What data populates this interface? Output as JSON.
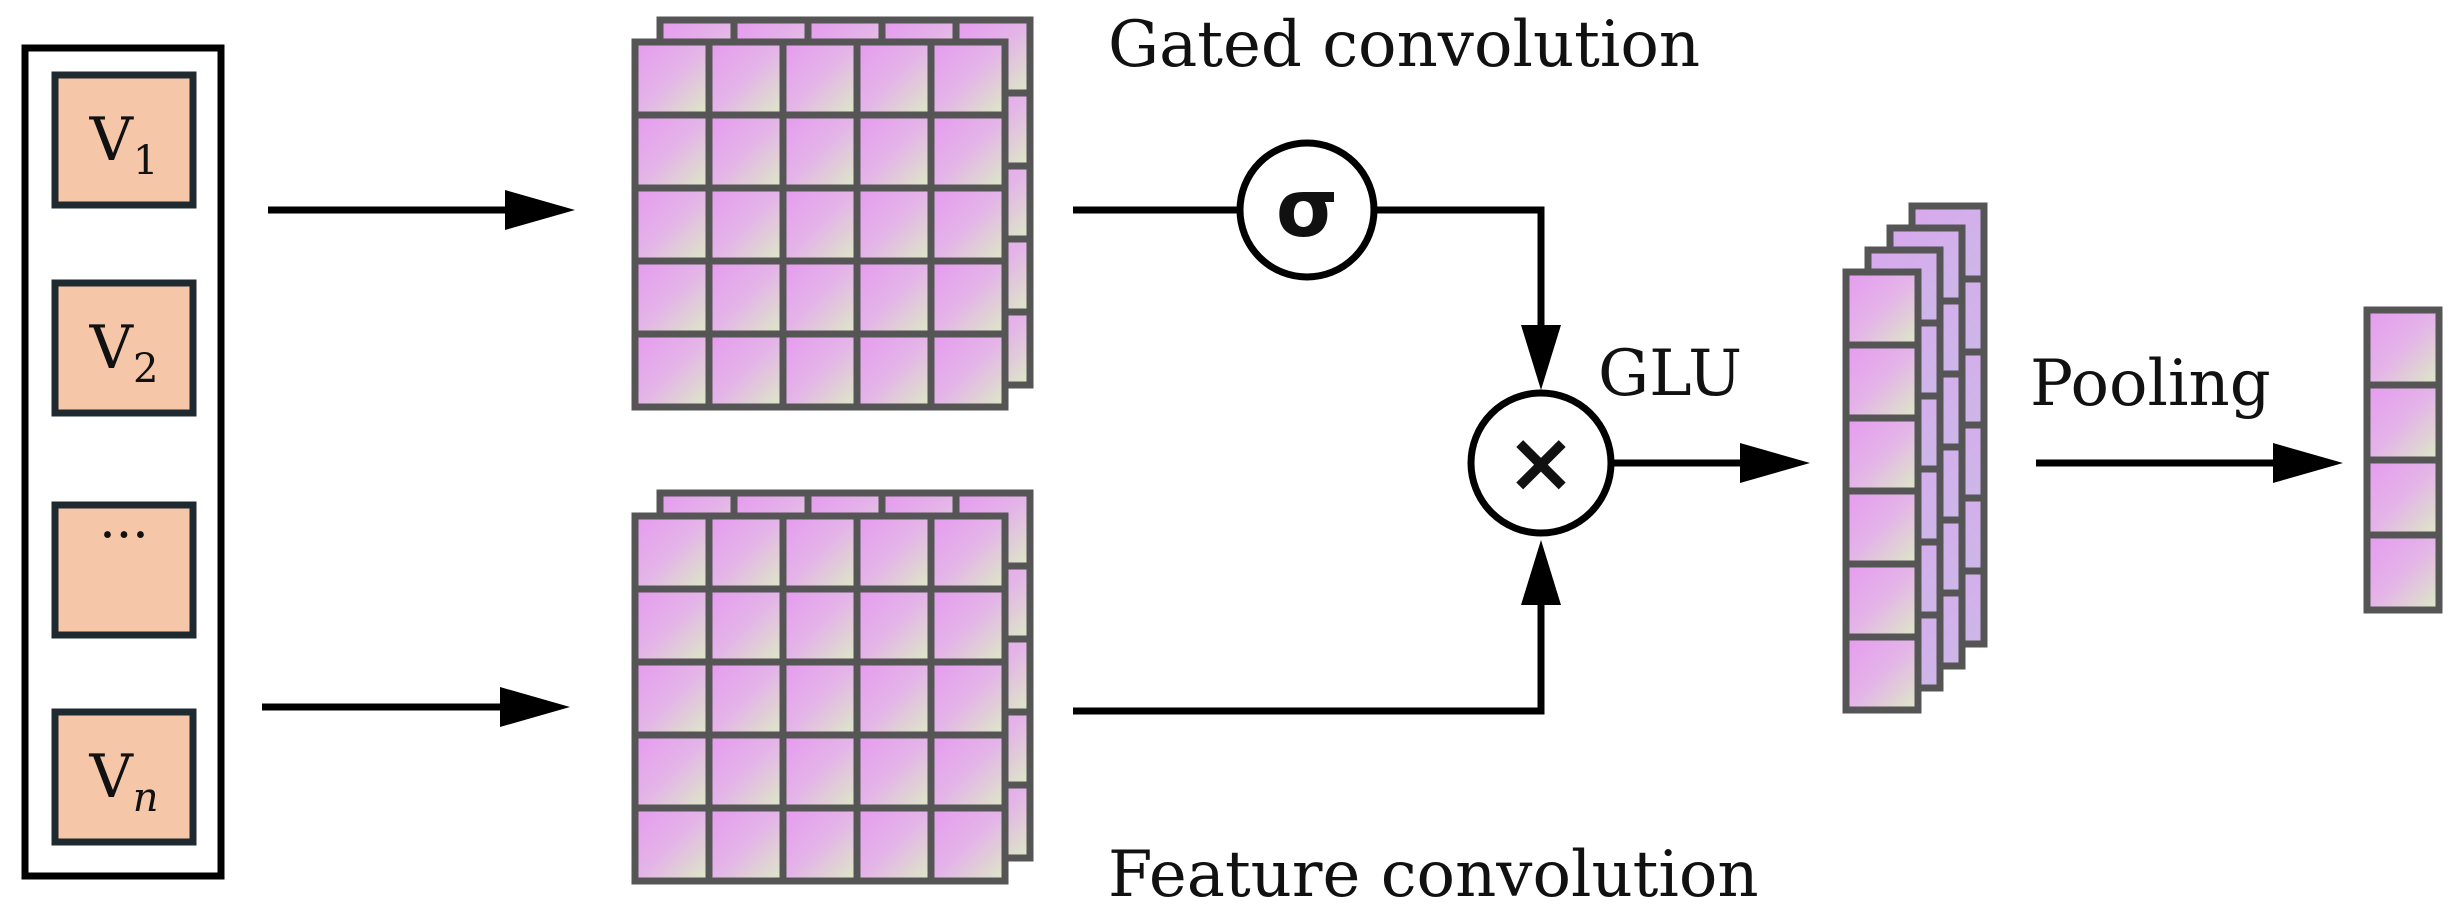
{
  "labels": {
    "gated": "Gated convolution",
    "feature": "Feature convolution",
    "glu": "GLU",
    "pooling": "Pooling",
    "sigma": "σ",
    "times": "×"
  },
  "inputs": [
    {
      "base": "V",
      "sub": "1"
    },
    {
      "base": "V",
      "sub": "2"
    },
    {
      "base": "···",
      "sub": ""
    },
    {
      "base": "V",
      "sub": "n"
    }
  ],
  "colors": {
    "cell_a": "#e69af0",
    "cell_b": "#dcebc4",
    "input_box": "#f5c6a8",
    "cell_stroke": "#555555"
  }
}
